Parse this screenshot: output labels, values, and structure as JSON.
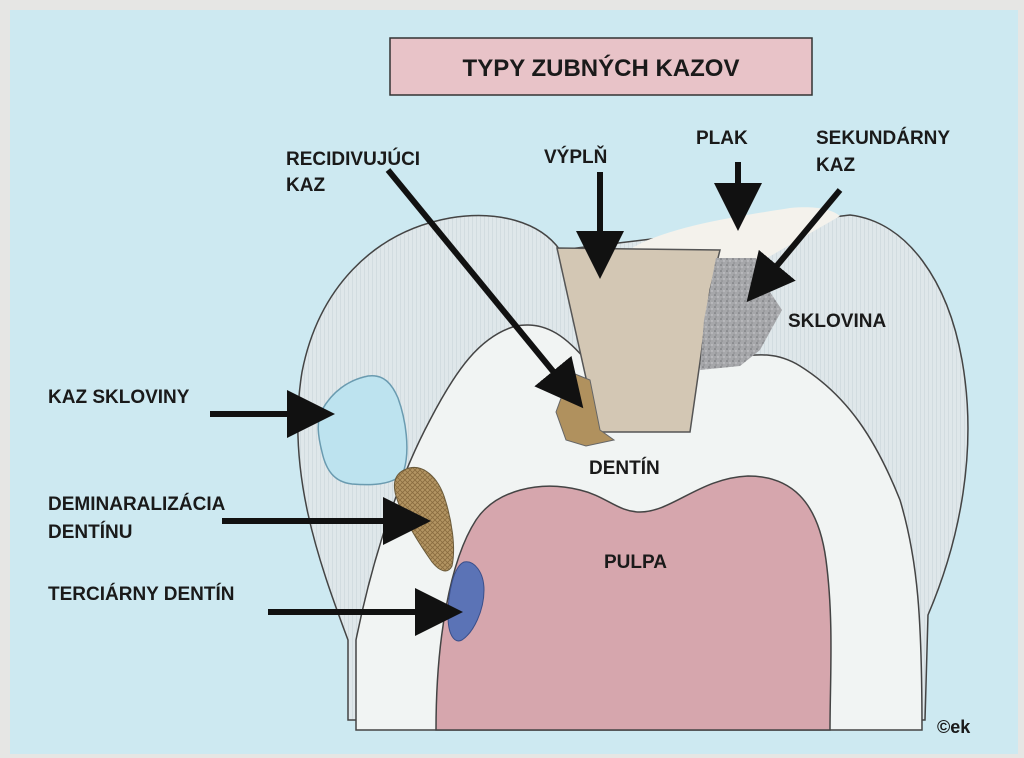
{
  "title": "TYPY  ZUBNÝCH KAZOV",
  "labels": {
    "recidivujuci_line1": "RECIDIVUJÚCI",
    "recidivujuci_line2": "KAZ",
    "vypln": "VÝPLŇ",
    "plak": "PLAK",
    "sekundarny_line1": "SEKUNDÁRNY",
    "sekundarny_line2": "KAZ",
    "sklovina": "SKLOVINA",
    "kaz_skloviny": "KAZ SKLOVINY",
    "deminer_line1": "DEMINARALIZÁCIA",
    "deminer_line2": "DENTÍNU",
    "tercdentin": "TERCIÁRNY DENTÍN",
    "dentin": "DENTÍN",
    "pulpa": "PULPA"
  },
  "copyright": "©ek",
  "colors": {
    "background": "#cde9f1",
    "title_box": "#e8c3c8",
    "enamel": "#d8e2e6",
    "dentin": "#f1f4f3",
    "pulp": "#d6a6ad",
    "filling": "#d3c7b4",
    "secondary_caries": "#a9aaad",
    "plaque": "#f4f2ec",
    "enamel_caries": "#bde3ef",
    "dentin_demineralization": "#b69866",
    "recurrent_caries": "#b0915e",
    "tertiary_dentin": "#5b73b6"
  }
}
